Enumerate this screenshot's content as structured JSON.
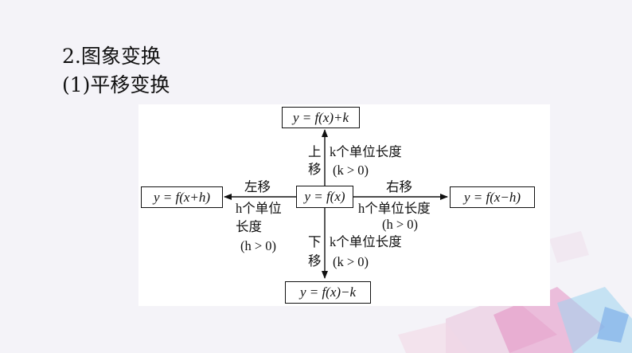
{
  "heading": "2.图象变换",
  "subheading": "(1)平移变换",
  "diagram": {
    "center": "y = f(x)",
    "top": "y = f(x)+k",
    "bottom": "y = f(x)−k",
    "left": "y = f(x+h)",
    "right": "y = f(x−h)",
    "up": {
      "dir": "上",
      "move": "移",
      "amount": "k个单位长度",
      "cond": "(k > 0)"
    },
    "down": {
      "dir": "下",
      "move": "移",
      "amount": "k个单位长度",
      "cond": "(k > 0)"
    },
    "leftmove": {
      "label": "左移",
      "line1": "h个单位",
      "line2": "长度",
      "cond": "(h > 0)"
    },
    "rightmove": {
      "label": "右移",
      "line1": "h个单位长度",
      "cond": "(h > 0)"
    }
  },
  "colors": {
    "background": "#f4f3f8",
    "panel": "#ffffff",
    "ink": "#111111"
  }
}
